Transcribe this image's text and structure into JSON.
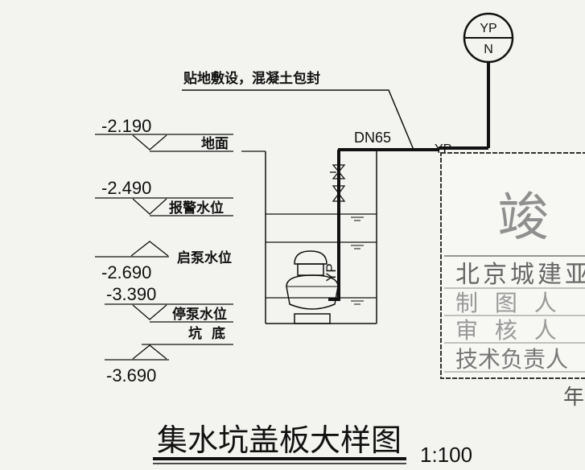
{
  "annotation": {
    "surface_note": "贴地敷设，混凝土包封",
    "pipe_size": "DN65",
    "pipe_tag_out": "YP",
    "pipe_tag_riser": "YP"
  },
  "pipe_symbol": {
    "top": "YP",
    "bottom": "N"
  },
  "levels": [
    {
      "value": "-2.190",
      "label": "地面"
    },
    {
      "value": "-2.490",
      "label": "报警水位"
    },
    {
      "value": "-2.690",
      "label": "启泵水位"
    },
    {
      "value": "-3.390",
      "label": "停泵水位"
    },
    {
      "value": "-3.690",
      "label": "坑底"
    }
  ],
  "title_block": {
    "stamp": "竣",
    "rows": [
      "北京城建亚",
      "制 图 人",
      "审 核 人",
      "技术负责人"
    ],
    "footer": "年"
  },
  "drawing_title": {
    "text": "集水坑盖板大样图",
    "scale": "1:100"
  }
}
